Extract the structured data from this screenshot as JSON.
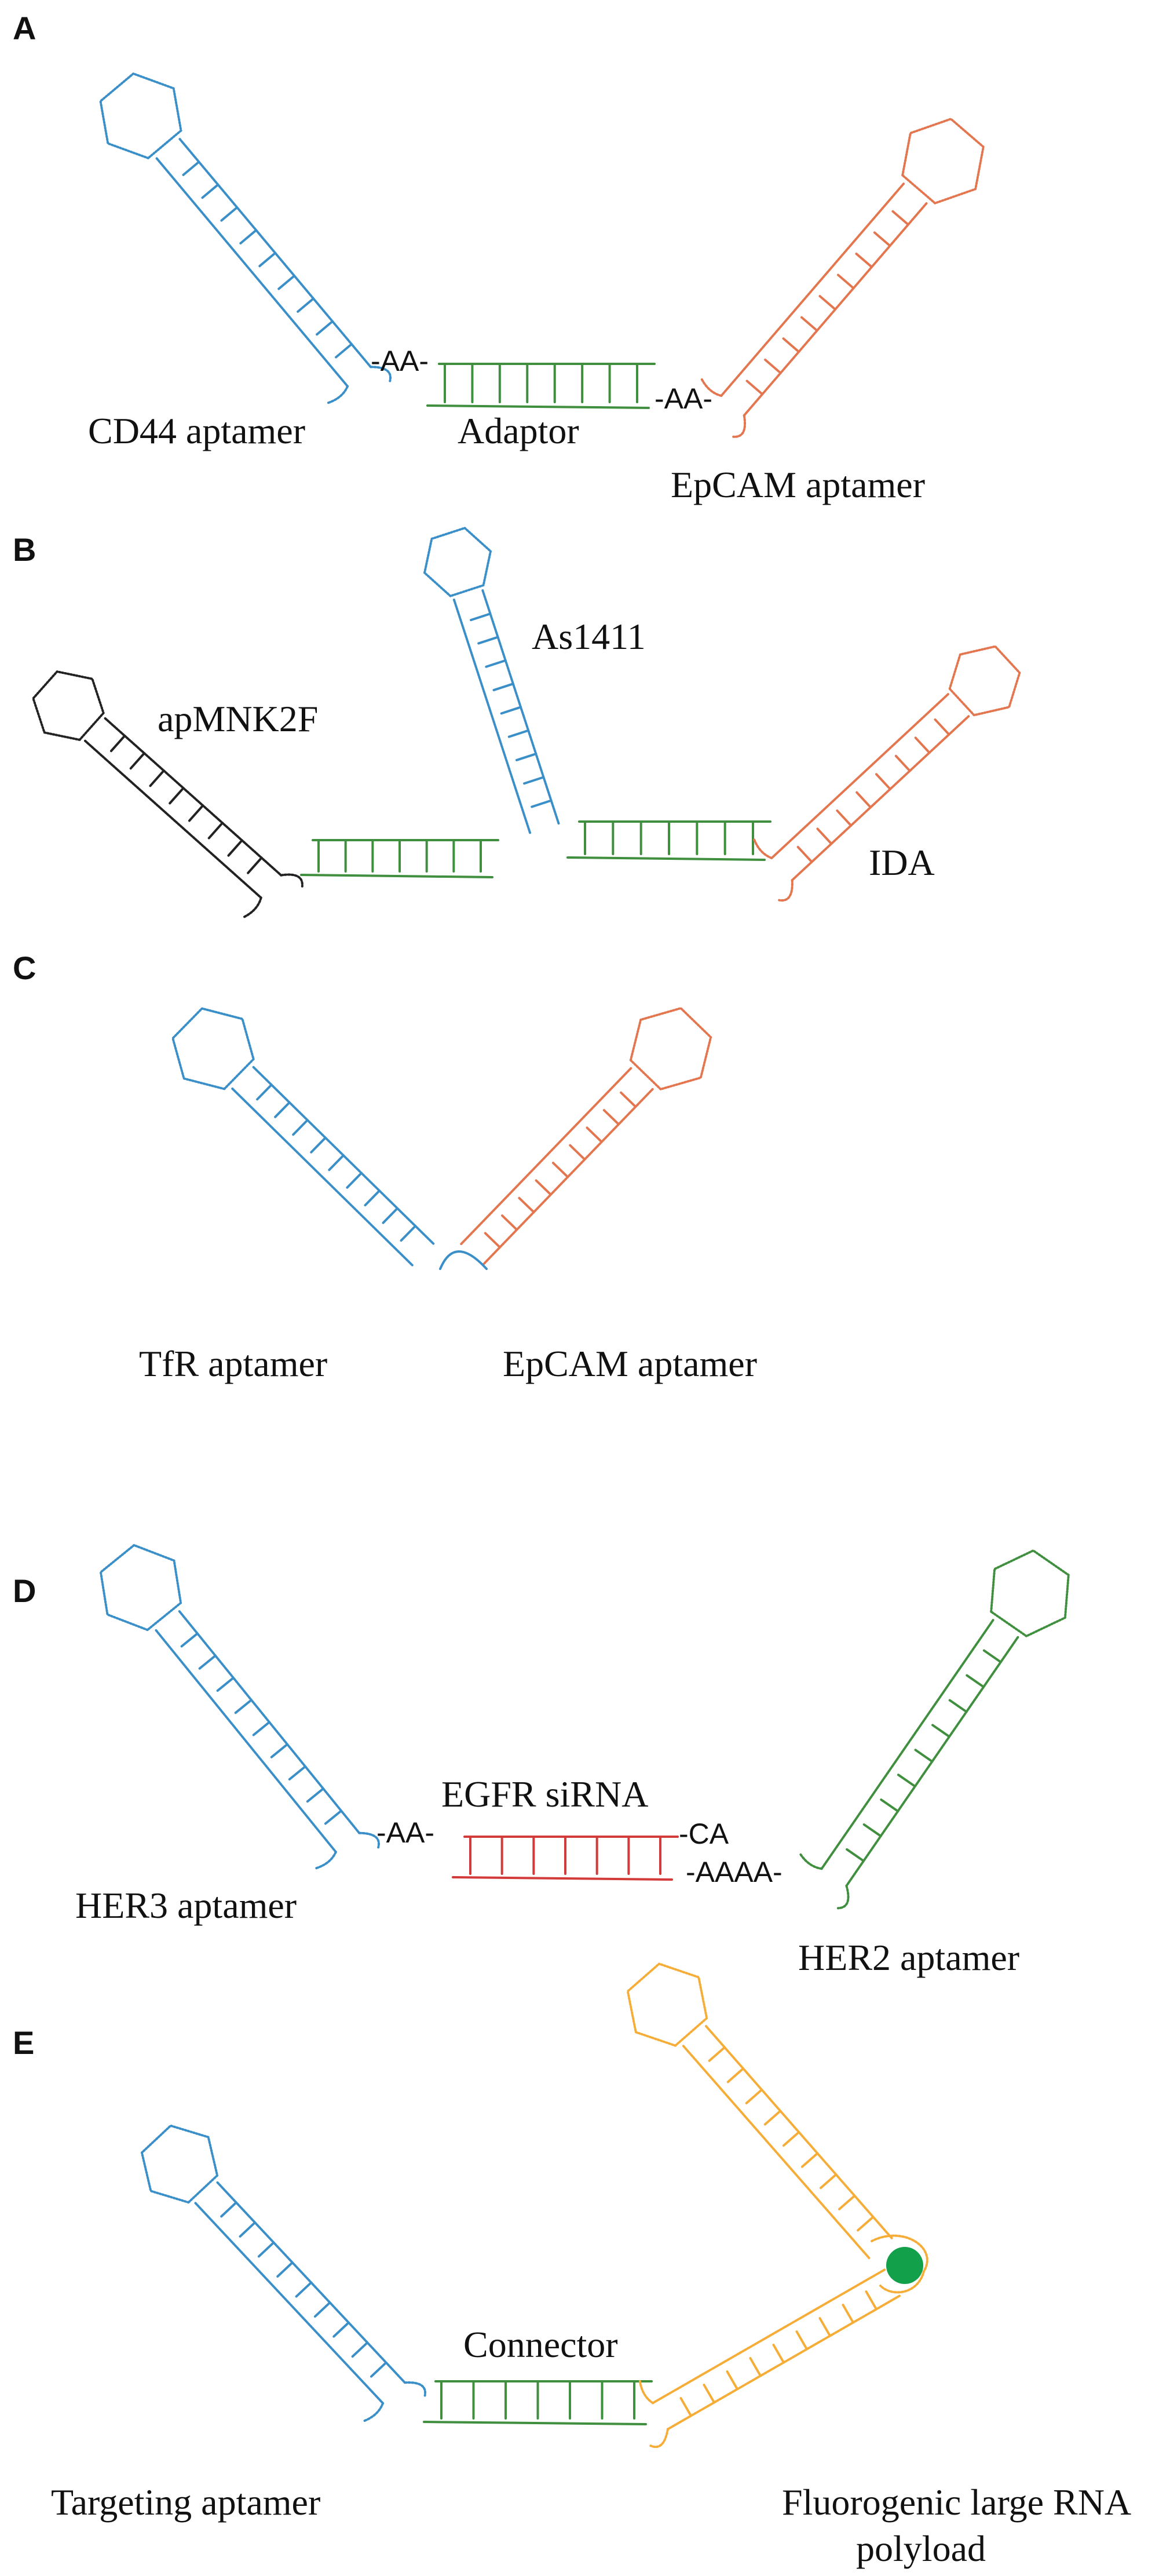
{
  "colors": {
    "blue": "#3a8fc8",
    "orange": "#e3764f",
    "green": "#3f8f3f",
    "black": "#222222",
    "red": "#d33a3a",
    "amber": "#f5ad37",
    "dot": "#13a04a"
  },
  "panels": {
    "a": {
      "letter": "A",
      "spacer_left": "-AA-",
      "spacer_right": "-AA-",
      "labels": {
        "left": "CD44 aptamer",
        "middle": "Adaptor",
        "right": "EpCAM aptamer"
      }
    },
    "b": {
      "letter": "B",
      "labels": {
        "left": "apMNK2F",
        "top": "As1411",
        "right": "IDA"
      }
    },
    "c": {
      "letter": "C",
      "labels": {
        "left": "TfR aptamer",
        "right": "EpCAM aptamer"
      }
    },
    "d": {
      "letter": "D",
      "spacer_left": "-AA-",
      "overhang": "-CA",
      "spacer_right": "-AAAA-",
      "labels": {
        "left": "HER3 aptamer",
        "middle": "EGFR siRNA",
        "right": "HER2 aptamer"
      }
    },
    "e": {
      "letter": "E",
      "labels": {
        "left": "Targeting aptamer",
        "middle": "Connector",
        "right_line1": "Fluorogenic large RNA",
        "right_line2": "polyload"
      }
    }
  }
}
